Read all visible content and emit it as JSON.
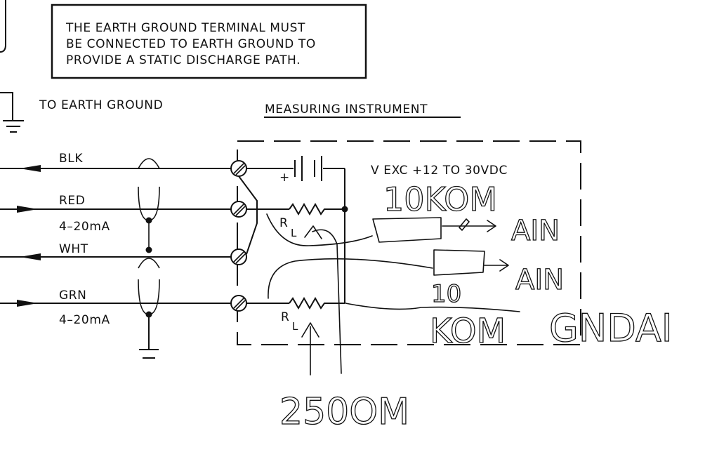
{
  "note_box": {
    "line1": "THE EARTH GROUND TERMINAL MUST",
    "line2": "BE CONNECTED TO EARTH GROUND TO",
    "line3": "PROVIDE A STATIC DISCHARGE PATH."
  },
  "earth_ground_label": "TO EARTH GROUND",
  "instrument_title": "MEASURING INSTRUMENT",
  "vexc_label": "V EXC +12 TO 30VDC",
  "battery_plus": "+",
  "wires": {
    "blk": "BLK",
    "red": "RED",
    "wht": "WHT",
    "grn": "GRN",
    "current_1": "4–20mA",
    "current_2": "4–20mA"
  },
  "resistors": {
    "rl1_r": "R",
    "rl1_sub": "L",
    "rl2_r": "R",
    "rl2_sub": "L"
  },
  "handwritten": {
    "r_top": "10KOM",
    "ain_1": "AIN",
    "ain_2": "AIN",
    "r_bottom_1": "10",
    "r_bottom_2": "KOM",
    "gnd": "GNDAI",
    "rl_value": "250OM"
  }
}
